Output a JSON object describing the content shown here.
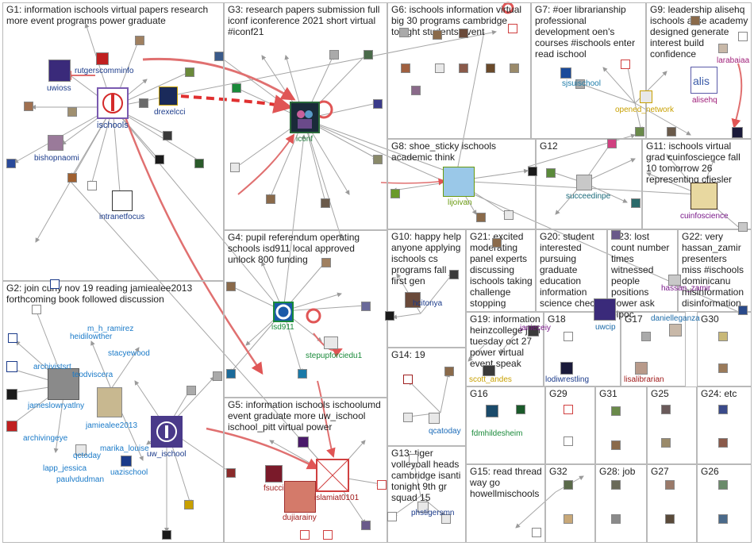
{
  "colors": {
    "panel_border": "#b9b9b9",
    "edge": "#9a9a9a",
    "edge_strong": "#e05555",
    "label_default": "#1a3a8a"
  },
  "groups": [
    {
      "id": "G1",
      "title": "G1: information ischools virtual papers research more event programs power graduate"
    },
    {
      "id": "G2",
      "title": "G2: join cuny nov 19 reading jamiealee2013 forthcoming book followed discussion"
    },
    {
      "id": "G3",
      "title": "G3: research papers submission full iconf iconference 2021 short virtual #iconf21"
    },
    {
      "id": "G4",
      "title": "G4: pupil referendum operating schools isd911 local approved unlock 800 funding"
    },
    {
      "id": "G5",
      "title": "G5: information ischools ischoolumd event graduate more uw_ischool ischool_pitt virtual power"
    },
    {
      "id": "G6",
      "title": "G6: ischools information virtual big 30 programs cambridge tonight students event"
    },
    {
      "id": "G7",
      "title": "G7: #oer librarianship professional development oen's courses #ischools enter read ischool"
    },
    {
      "id": "G8",
      "title": "G8: shoe_sticky ischools academic think"
    },
    {
      "id": "G9",
      "title": "G9: leadership alisehq ischools alise academy designed generate interest build confidence"
    },
    {
      "id": "G10",
      "title": "G10: happy help anyone applying ischools cs programs fall first gen"
    },
    {
      "id": "G11",
      "title": "G11: ischools virtual grad cuinfoscience fall 10 tomorrow 26 representing cfiesler"
    },
    {
      "id": "G12",
      "title": "G12"
    },
    {
      "id": "G13",
      "title": "G13: tiger volleyball heads cambridge isanti tonight 9th gr squad 15"
    },
    {
      "id": "G14",
      "title": "G14: 19"
    },
    {
      "id": "G15",
      "title": "G15: read thread way go howellmischools"
    },
    {
      "id": "G16",
      "title": "G16"
    },
    {
      "id": "G17",
      "title": "G17"
    },
    {
      "id": "G18",
      "title": "G18"
    },
    {
      "id": "G19",
      "title": "G19: information heinzcollege join tuesday oct 27 power virtual event speak"
    },
    {
      "id": "G20",
      "title": "G20: student interested pursuing graduate education information science check"
    },
    {
      "id": "G21",
      "title": "G21: excited moderating panel experts discussing ischools taking challenge stopping"
    },
    {
      "id": "G22",
      "title": "G22: very hassan_zamir presenters miss #ischools dominicanu misinformation disinformation"
    },
    {
      "id": "G23",
      "title": "G23: lost count number times witnessed people positions power ask bipoc"
    },
    {
      "id": "G24",
      "title": "G24: etc"
    },
    {
      "id": "G25",
      "title": "G25"
    },
    {
      "id": "G26",
      "title": "G26"
    },
    {
      "id": "G27",
      "title": "G27"
    },
    {
      "id": "G28",
      "title": "G28: job"
    },
    {
      "id": "G29",
      "title": "G29"
    },
    {
      "id": "G30",
      "title": "G30"
    },
    {
      "id": "G31",
      "title": "G31"
    },
    {
      "id": "G32",
      "title": "G32"
    }
  ],
  "labels": [
    {
      "id": "rutgerscomminfo",
      "text": "rutgerscomminfo",
      "color": "#1a3a8a"
    },
    {
      "id": "uwioss",
      "text": "uwioss",
      "color": "#1a3a8a"
    },
    {
      "id": "drexelcci",
      "text": "drexelcci",
      "color": "#1a3a8a"
    },
    {
      "id": "ischools",
      "text": "ischools",
      "color": "#1a3a8a"
    },
    {
      "id": "bishopnaomi",
      "text": "bishopnaomi",
      "color": "#1a3a8a"
    },
    {
      "id": "intranetfocus",
      "text": "intranetfocus",
      "color": "#1a3a8a"
    },
    {
      "id": "iconf",
      "text": "iconf",
      "color": "#1f7a3a"
    },
    {
      "id": "sjsuischool",
      "text": "sjsuischool",
      "color": "#1a7aa8"
    },
    {
      "id": "opened_network",
      "text": "opened_network",
      "color": "#c8a000"
    },
    {
      "id": "alisehq",
      "text": "alisehq",
      "color": "#a0207a"
    },
    {
      "id": "larabaiaa",
      "text": "larabaiaa",
      "color": "#a0207a"
    },
    {
      "id": "lijoivan",
      "text": "lijoivan",
      "color": "#6a9a10"
    },
    {
      "id": "succeedinpe",
      "text": "succeedinpe",
      "color": "#1a6a7a"
    },
    {
      "id": "cuinfoscience",
      "text": "cuinfoscience",
      "color": "#7a1a8a"
    },
    {
      "id": "hcitonya",
      "text": "hcitonya",
      "color": "#1a3a8a"
    },
    {
      "id": "isd911",
      "text": "isd911",
      "color": "#1a8a3a"
    },
    {
      "id": "stepupforciedu1",
      "text": "stepupforciedu1",
      "color": "#1a8a3a"
    },
    {
      "id": "jameslowryatlny",
      "text": "jameslowryatlny",
      "color": "#1a7ac8"
    },
    {
      "id": "jamiealee2013",
      "text": "jamiealee2013",
      "color": "#1a7ac8"
    },
    {
      "id": "heidilowther",
      "text": "heidilowther",
      "color": "#1a7ac8"
    },
    {
      "id": "m_h_ramirez",
      "text": "m_h_ramirez",
      "color": "#1a7ac8"
    },
    {
      "id": "stacyewood",
      "text": "stacyewood",
      "color": "#1a7ac8"
    },
    {
      "id": "archivistsrt",
      "text": "archivistsrt",
      "color": "#1a7ac8"
    },
    {
      "id": "teodviscera",
      "text": "teodviscera",
      "color": "#1a7ac8"
    },
    {
      "id": "archivingeye",
      "text": "archivingeye",
      "color": "#1a7ac8"
    },
    {
      "id": "marika_louise",
      "text": "marika_louise",
      "color": "#1a7ac8"
    },
    {
      "id": "qctoday",
      "text": "qctoday",
      "color": "#1a7ac8"
    },
    {
      "id": "lapp_jessica",
      "text": "lapp_jessica",
      "color": "#1a7ac8"
    },
    {
      "id": "paulvdudman",
      "text": "paulvdudman",
      "color": "#1a7ac8"
    },
    {
      "id": "uazischool",
      "text": "uazischool",
      "color": "#1a7ac8"
    },
    {
      "id": "uw_ischool",
      "text": "uw_ischool",
      "color": "#1a3a8a"
    },
    {
      "id": "fsucci",
      "text": "fsucci",
      "color": "#a01a1a"
    },
    {
      "id": "islamiat0101",
      "text": "islamiat0101",
      "color": "#a01a1a"
    },
    {
      "id": "dujiarainy",
      "text": "dujiarainy",
      "color": "#a01a1a"
    },
    {
      "id": "qcatoday",
      "text": "qcatoday",
      "color": "#1a6ab8"
    },
    {
      "id": "phstigersmn",
      "text": "phstigersmn",
      "color": "#1a3a8a"
    },
    {
      "id": "scott_andes",
      "text": "scott_andes",
      "color": "#c8a000"
    },
    {
      "id": "uwcip",
      "text": "uwcip",
      "color": "#1a6aa8"
    },
    {
      "id": "daniellegaza",
      "text": "danielleganza",
      "color": "#1a6aa8"
    },
    {
      "id": "lisalibrarian",
      "text": "lisalibrarian",
      "color": "#a01a1a"
    },
    {
      "id": "lodiwrestling",
      "text": "lodiwrestling",
      "color": "#1a3a8a"
    },
    {
      "id": "fdmhildesheim",
      "text": "fdmhildesheim",
      "color": "#1a8a3a"
    },
    {
      "id": "hassan_zamir",
      "text": "hassan_zamir",
      "color": "#7a1a8a"
    },
    {
      "id": "janieceiy",
      "text": "janieceiy",
      "color": "#7a1a8a"
    }
  ]
}
